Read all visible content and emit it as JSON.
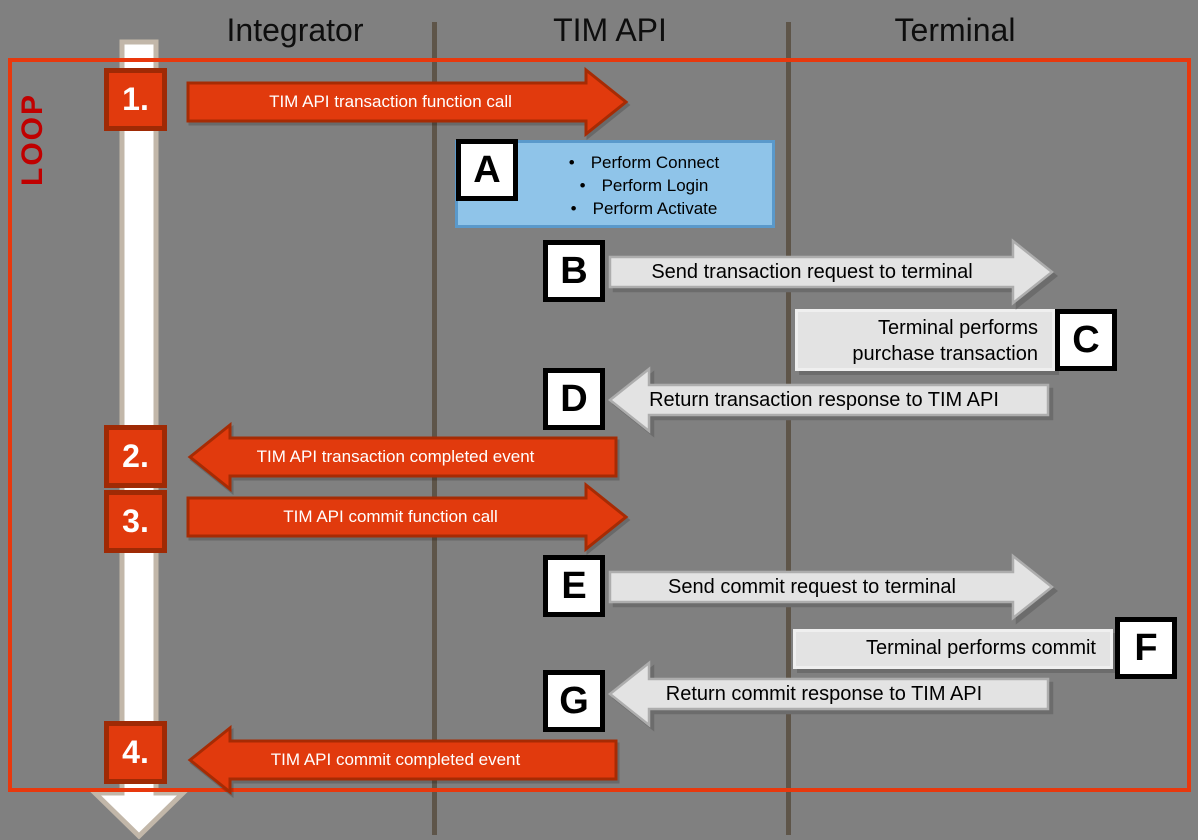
{
  "headers": [
    {
      "label": "Integrator"
    },
    {
      "label": "TIM API"
    },
    {
      "label": "Terminal"
    }
  ],
  "loop_label": "LOOP",
  "steps": [
    {
      "number": "1.",
      "label": "TIM API transaction function call",
      "direction": "right"
    },
    {
      "number": "2.",
      "label": "TIM API transaction completed event",
      "direction": "left"
    },
    {
      "number": "3.",
      "label": "TIM API commit function call",
      "direction": "right"
    },
    {
      "number": "4.",
      "label": "TIM API commit completed event",
      "direction": "left"
    }
  ],
  "api_box": {
    "letter": "A",
    "items": [
      "Perform Connect",
      "Perform Login",
      "Perform Activate"
    ]
  },
  "messages": [
    {
      "letter": "B",
      "label": "Send transaction request to terminal",
      "direction": "right",
      "type": "arrow"
    },
    {
      "letter": "C",
      "label": "Terminal performs purchase transaction",
      "direction": "none",
      "type": "box"
    },
    {
      "letter": "D",
      "label": "Return transaction response to TIM API",
      "direction": "left",
      "type": "arrow"
    },
    {
      "letter": "E",
      "label": "Send commit request to terminal",
      "direction": "right",
      "type": "arrow"
    },
    {
      "letter": "F",
      "label": "Terminal performs commit",
      "direction": "none",
      "type": "box"
    },
    {
      "letter": "G",
      "label": "Return commit response to TIM API",
      "direction": "left",
      "type": "arrow"
    }
  ],
  "colors": {
    "background": "#808080",
    "accent_red": "#E13A0D",
    "accent_red_border": "#A62B04",
    "loop_label_red": "#C00000",
    "blue_fill": "#8FC4E9",
    "blue_border": "#5A99CB",
    "gray_fill": "#E3E3E3",
    "divider": "#5E5549",
    "timeline_border": "#C2B7A9"
  }
}
